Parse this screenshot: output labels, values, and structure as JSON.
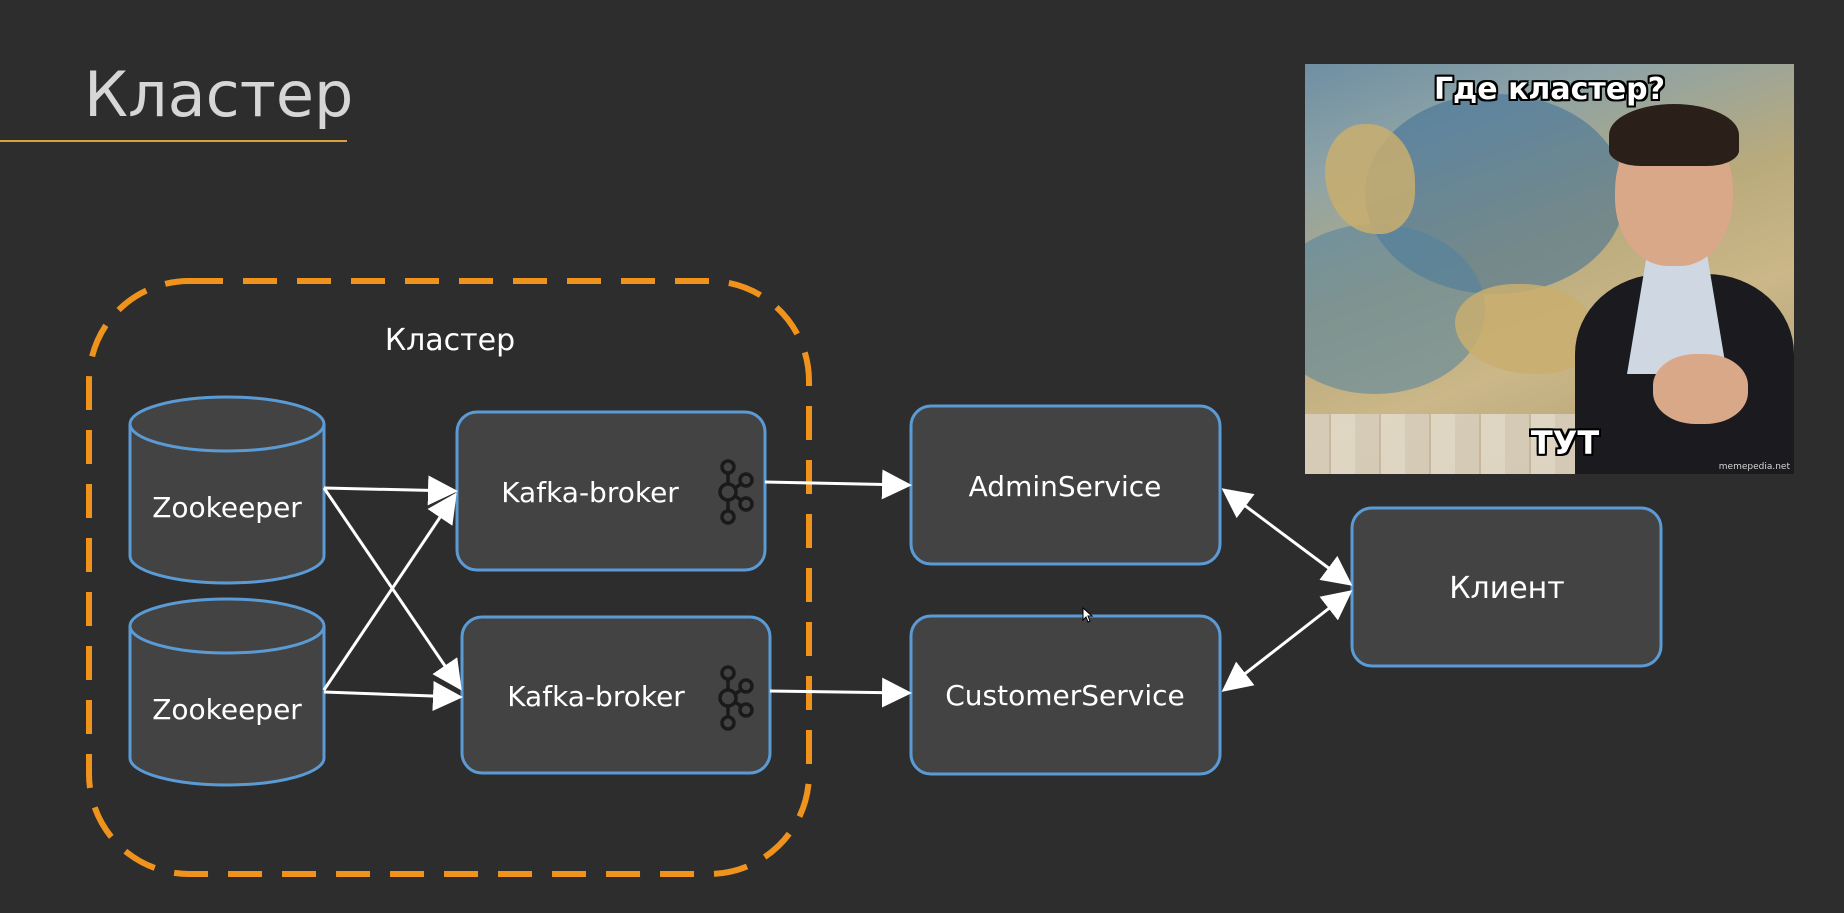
{
  "slide": {
    "title": "Кластер"
  },
  "diagram": {
    "cluster_label": "Кластер",
    "zookeepers": [
      {
        "label": "Zookeeper"
      },
      {
        "label": "Zookeeper"
      }
    ],
    "brokers": [
      {
        "label": "Kafka-broker",
        "icon": "kafka-icon"
      },
      {
        "label": "Kafka-broker",
        "icon": "kafka-icon"
      }
    ],
    "services": [
      {
        "label": "AdminService"
      },
      {
        "label": "CustomerService"
      }
    ],
    "client": {
      "label": "Клиент"
    },
    "colors": {
      "background": "#2d2d2d",
      "box_fill": "#434343",
      "box_border": "#5b9bd5",
      "cluster_dash": "#f0931c",
      "arrow": "#ffffff",
      "title_underline": "#d9a13b"
    }
  },
  "meme": {
    "top_text": "Где кластер?",
    "bottom_text": "ТУТ",
    "watermark": "memepedia.net"
  }
}
